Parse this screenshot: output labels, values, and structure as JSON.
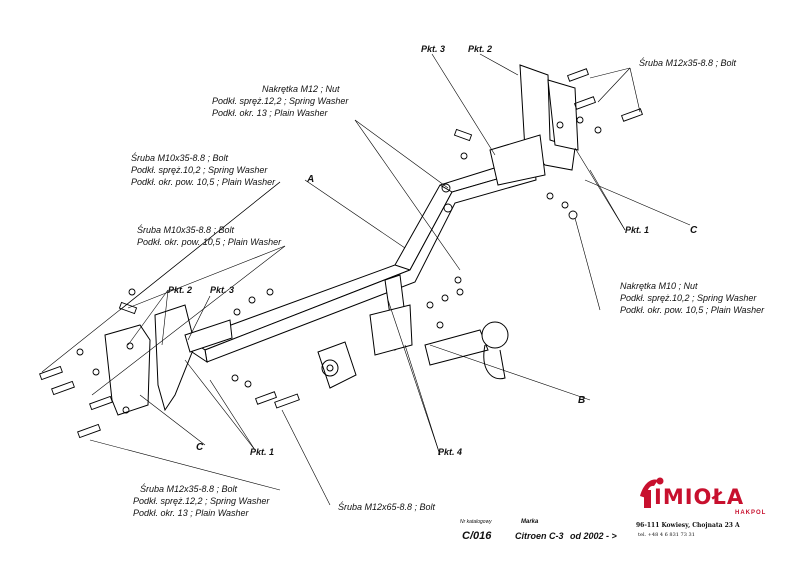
{
  "labels": {
    "pkt3_top": "Pkt. 3",
    "pkt2_top": "Pkt. 2",
    "bolt_top_right": "Śruba M12x35-8.8 ;  Bolt",
    "nut_m12": "Nakrętka  M12 ; Nut",
    "spring_12": "Podkł. spręż.12,2 ; Spring Washer",
    "plain_13_top": "Podkł. okr. 13 ; Plain Washer",
    "bolt_m10_left_1": "Śruba M10x35-8.8 ;  Bolt",
    "spring_10_left": "Podkł. spręż.10,2 ; Spring Washer",
    "plain_105_left_1": "Podkł. okr. pow. 10,5 ; Plain Washer",
    "letter_a": "A",
    "bolt_m10_left_2": "Śruba M10x35-8.8 ;  Bolt",
    "plain_105_left_2": "Podkł. okr. pow. 10,5 ; Plain Washer",
    "pkt1_right": "Pkt. 1",
    "letter_c_right": "C",
    "nut_m10": "Nakrętka  M10 ; Nut",
    "spring_10_right": "Podkł. spręż.10,2 ; Spring Washer",
    "plain_105_right": "Podkł. okr. pow. 10,5 ; Plain Washer",
    "pkt2_left": "Pkt. 2",
    "pkt3_left": "Pkt. 3",
    "letter_b": "B",
    "letter_c_left": "C",
    "pkt1_left": "Pkt. 1",
    "pkt4": "Pkt. 4",
    "bolt_m12_bottom": "Śruba M12x35-8.8 ;  Bolt",
    "spring_12_bottom": "Podkł. spręż.12,2 ; Spring Washer",
    "plain_13_bottom": "Podkł. okr. 13 ; Plain Washer",
    "bolt_m12x65": "Śruba M12x65-8.8 ;  Bolt"
  },
  "footer": {
    "catalog_caption": "Nr katalogowy",
    "catalog_code": "C/016",
    "brand_caption": "Marka",
    "model": "Citroen C-3",
    "year": "od  2002 - >",
    "logo_text": "IMIOŁA",
    "logo_sub": "HAKPOL",
    "address": "96-111 Kowiesy,  Chojnata 23 A",
    "phone": "tel. +48 4 6 831 73 31"
  },
  "colors": {
    "line": "#000000",
    "logo": "#c8102e"
  }
}
